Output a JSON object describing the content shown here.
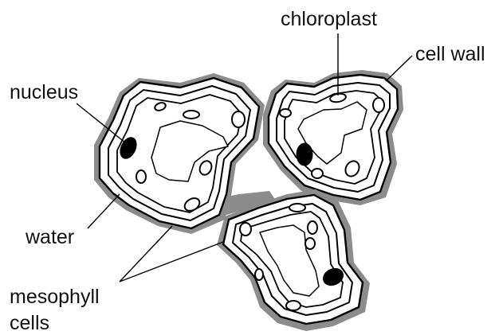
{
  "labels": {
    "chloroplast": "chloroplast",
    "cell_wall": "cell wall",
    "nucleus": "nucleus",
    "water": "water",
    "mesophyll_line1": "mesophyll",
    "mesophyll_line2": "cells"
  },
  "colors": {
    "water_film": "#8c8c8c",
    "outline": "#000000",
    "nucleus_fill": "#000000",
    "background": "#ffffff"
  }
}
